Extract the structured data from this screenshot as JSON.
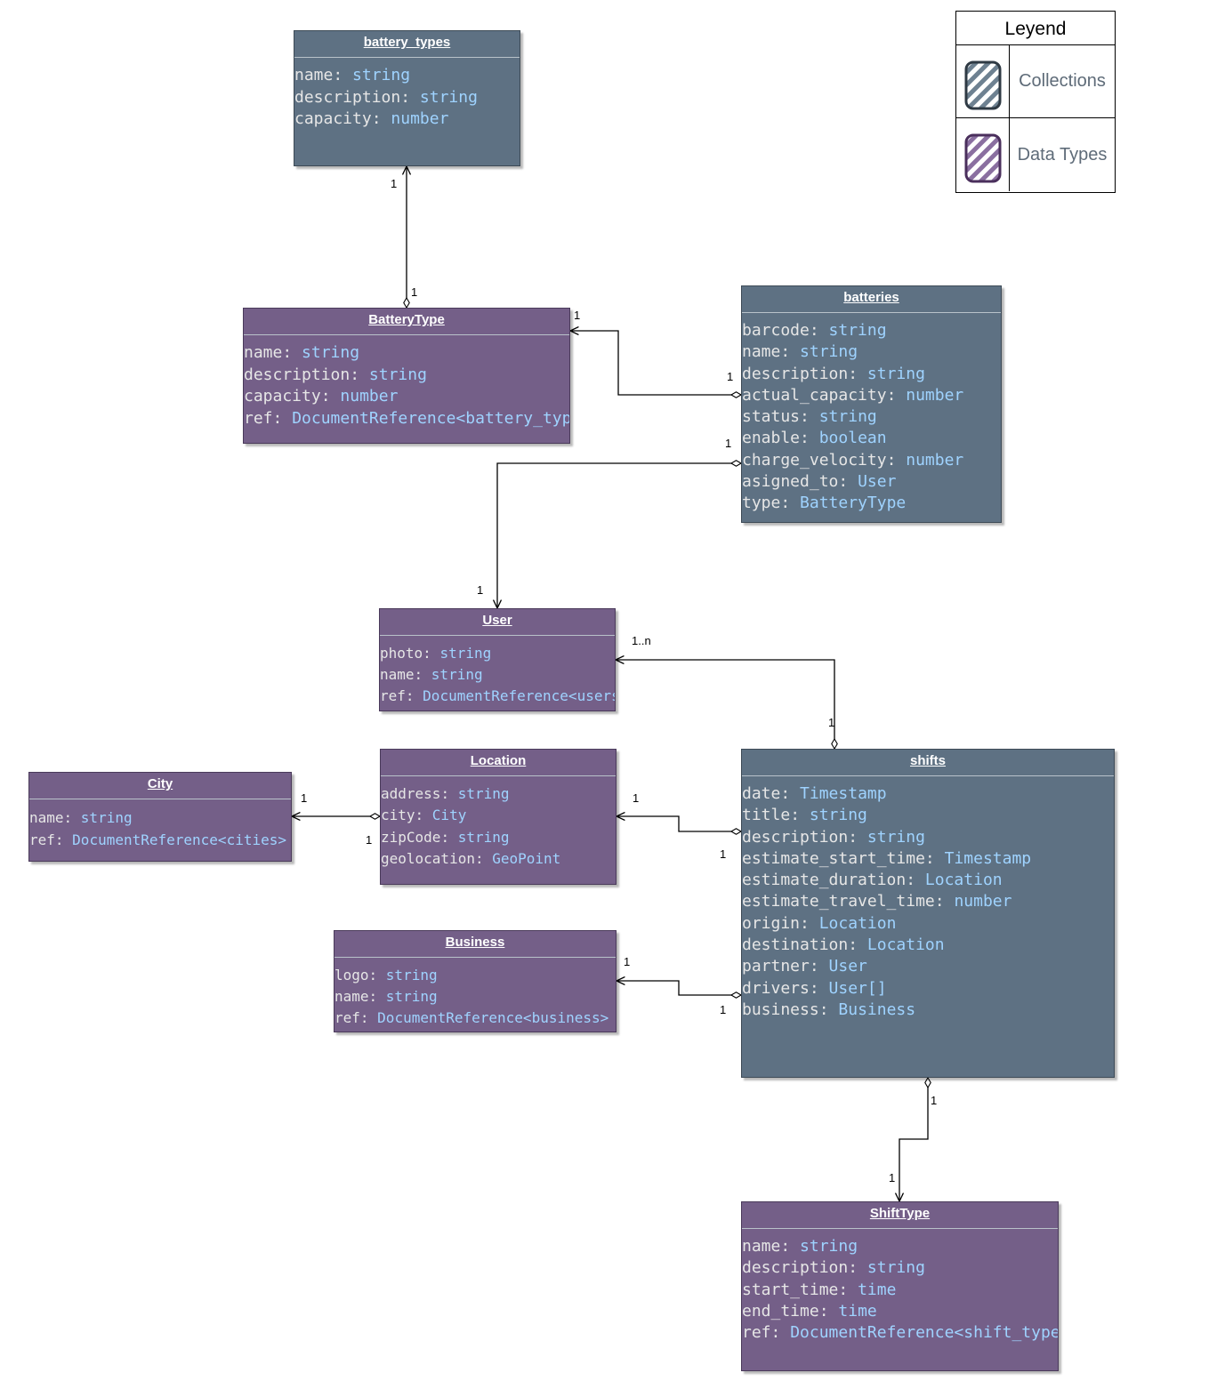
{
  "legend": {
    "title": "Leyend",
    "items": [
      {
        "label": "Collections",
        "color": "#5e7183"
      },
      {
        "label": "Data Types",
        "color": "#745f88"
      }
    ]
  },
  "entities": [
    {
      "id": "battery_types",
      "kind": "collection",
      "title": "battery_types",
      "fields": [
        {
          "name": "name",
          "type": "string"
        },
        {
          "name": "description",
          "type": "string"
        },
        {
          "name": "capacity",
          "type": "number"
        }
      ]
    },
    {
      "id": "BatteryType",
      "kind": "datatype",
      "title": "BatteryType",
      "fields": [
        {
          "name": "name",
          "type": "string"
        },
        {
          "name": "description",
          "type": "string"
        },
        {
          "name": "capacity",
          "type": "number"
        },
        {
          "name": "ref",
          "type": "DocumentReference<battery_types>"
        }
      ]
    },
    {
      "id": "batteries",
      "kind": "collection",
      "title": "batteries",
      "fields": [
        {
          "name": "barcode",
          "type": "string"
        },
        {
          "name": "name",
          "type": "string"
        },
        {
          "name": "description",
          "type": "string"
        },
        {
          "name": "actual_capacity",
          "type": "number"
        },
        {
          "name": "status",
          "type": "string"
        },
        {
          "name": "enable",
          "type": "boolean"
        },
        {
          "name": "charge_velocity",
          "type": "number"
        },
        {
          "name": "asigned_to",
          "type": "User"
        },
        {
          "name": "type",
          "type": "BatteryType"
        }
      ]
    },
    {
      "id": "User",
      "kind": "datatype",
      "title": "User",
      "fields": [
        {
          "name": "photo",
          "type": "string"
        },
        {
          "name": "name",
          "type": "string"
        },
        {
          "name": "ref",
          "type": "DocumentReference<users>"
        }
      ]
    },
    {
      "id": "City",
      "kind": "datatype",
      "title": "City",
      "fields": [
        {
          "name": "name",
          "type": "string"
        },
        {
          "name": "ref",
          "type": "DocumentReference<cities>"
        }
      ]
    },
    {
      "id": "Location",
      "kind": "datatype",
      "title": "Location",
      "fields": [
        {
          "name": "address",
          "type": "string"
        },
        {
          "name": "city",
          "type": "City"
        },
        {
          "name": "zipCode",
          "type": "string"
        },
        {
          "name": "geolocation",
          "type": "GeoPoint"
        }
      ]
    },
    {
      "id": "shifts",
      "kind": "collection",
      "title": "shifts",
      "fields": [
        {
          "name": "date",
          "type": "Timestamp"
        },
        {
          "name": "title",
          "type": "string"
        },
        {
          "name": "description",
          "type": "string"
        },
        {
          "name": "estimate_start_time",
          "type": "Timestamp"
        },
        {
          "name": "estimate_duration",
          "type": "Location"
        },
        {
          "name": "estimate_travel_time",
          "type": "number"
        },
        {
          "name": "origin",
          "type": "Location"
        },
        {
          "name": "destination",
          "type": "Location"
        },
        {
          "name": "partner",
          "type": "User"
        },
        {
          "name": "drivers",
          "type": "User[]"
        },
        {
          "name": "business",
          "type": "Business"
        }
      ]
    },
    {
      "id": "Business",
      "kind": "datatype",
      "title": "Business",
      "fields": [
        {
          "name": "logo",
          "type": "string"
        },
        {
          "name": "name",
          "type": "string"
        },
        {
          "name": "ref",
          "type": "DocumentReference<business>"
        }
      ]
    },
    {
      "id": "ShiftType",
      "kind": "datatype",
      "title": "ShiftType",
      "fields": [
        {
          "name": "name",
          "type": "string"
        },
        {
          "name": "description",
          "type": "string"
        },
        {
          "name": "start_time",
          "type": "time"
        },
        {
          "name": "end_time",
          "type": "time"
        },
        {
          "name": "ref",
          "type": "DocumentReference<shift_types>"
        }
      ]
    }
  ],
  "relations": [
    {
      "id": "battery_types-BatteryType",
      "from": "BatteryType",
      "to": "battery_types",
      "source_multiplicity": "1",
      "target_multiplicity": "1"
    },
    {
      "id": "batteries-BatteryType",
      "from": "batteries",
      "to": "BatteryType",
      "source_multiplicity": "1",
      "target_multiplicity": "1"
    },
    {
      "id": "batteries-User",
      "from": "batteries",
      "to": "User",
      "source_multiplicity": "1",
      "target_multiplicity": "1"
    },
    {
      "id": "shifts-User",
      "from": "shifts",
      "to": "User",
      "source_multiplicity": "1",
      "target_multiplicity": "1..n"
    },
    {
      "id": "Location-City",
      "from": "Location",
      "to": "City",
      "source_multiplicity": "1",
      "target_multiplicity": "1"
    },
    {
      "id": "shifts-Location",
      "from": "shifts",
      "to": "Location",
      "source_multiplicity": "1",
      "target_multiplicity": "1"
    },
    {
      "id": "shifts-Business",
      "from": "shifts",
      "to": "Business",
      "source_multiplicity": "1",
      "target_multiplicity": "1"
    },
    {
      "id": "shifts-ShiftType",
      "from": "shifts",
      "to": "ShiftType",
      "source_multiplicity": "1",
      "target_multiplicity": "1"
    }
  ]
}
